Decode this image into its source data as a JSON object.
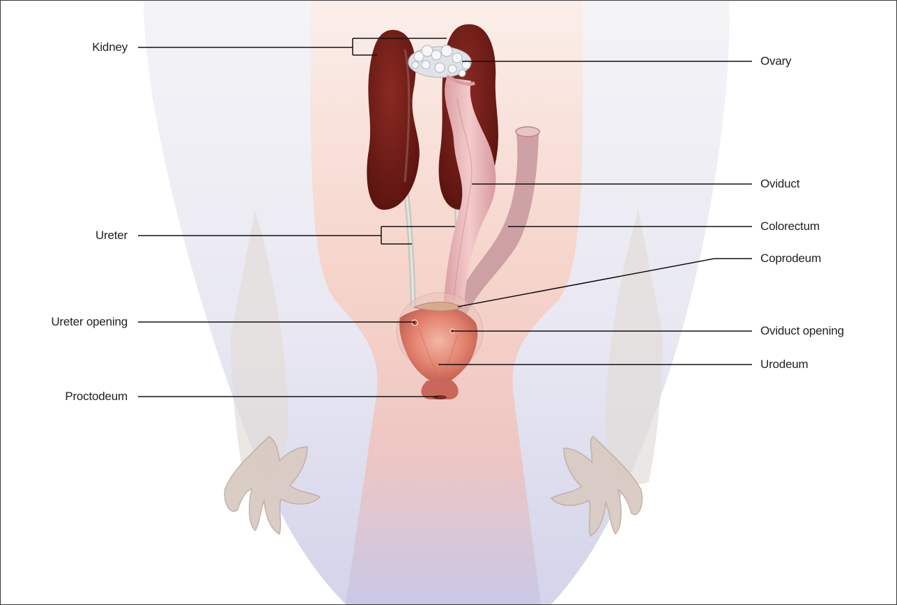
{
  "labels": {
    "kidney": "Kidney",
    "ureter": "Ureter",
    "ureter_opening": "Ureter opening",
    "proctodeum": "Proctodeum",
    "ovary": "Ovary",
    "oviduct": "Oviduct",
    "colorectum": "Colorectum",
    "coprodeum": "Coprodeum",
    "oviduct_opening": "Oviduct opening",
    "urodeum": "Urodeum"
  },
  "colors": {
    "kidney": "#6e1a14",
    "oviduct": "#e8b6b8",
    "colorectum": "#c99aa0",
    "ureter": "#d6d6d0",
    "ovary": "#dfe3e8",
    "cloaca": "#d9735f",
    "body_shade": "#c9c8e6",
    "leader_line": "#111111"
  }
}
